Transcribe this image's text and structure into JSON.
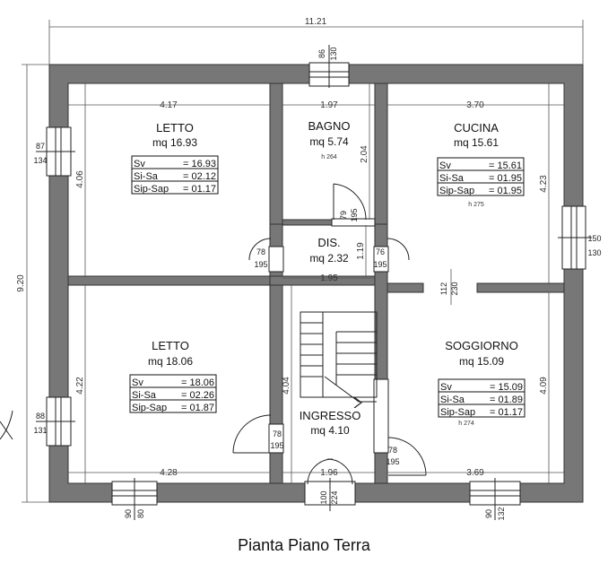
{
  "caption": "Pianta Piano Terra",
  "dimensions": {
    "total_width": "11.21",
    "total_height": "9.20",
    "letto1_width": "4.17",
    "bagno_width": "1.97",
    "cucina_width": "3.70",
    "letto1_height": "4.06",
    "bagno_height": "2.04",
    "cucina_height": "4.23",
    "letto2_height": "4.22",
    "ingresso_height": "4.04",
    "soggiorno_height": "4.09",
    "letto2_width": "4.28",
    "ingresso_width": "1.96",
    "soggiorno_width": "3.69",
    "dis_width": "1.95",
    "dis_height": "1.19"
  },
  "rooms": {
    "letto1": {
      "name": "LETTO",
      "area": "mq 16.93",
      "sv": "Sv",
      "sv_val": "= 16.93",
      "sisa": "Si-Sa",
      "sisa_val": "= 02.12",
      "sipsap": "Sip-Sap",
      "sipsap_val": "= 01.17"
    },
    "bagno": {
      "name": "BAGNO",
      "area": "mq 5.74",
      "h": "h 264"
    },
    "cucina": {
      "name": "CUCINA",
      "area": "mq 15.61",
      "sv": "Sv",
      "sv_val": "= 15.61",
      "sisa": "Si-Sa",
      "sisa_val": "= 01.95",
      "sipsap": "Sip-Sap",
      "sipsap_val": "= 01.95",
      "h": "h 275"
    },
    "dis": {
      "name": "DIS.",
      "area": "mq 2.32"
    },
    "letto2": {
      "name": "LETTO",
      "area": "mq 18.06",
      "sv": "Sv",
      "sv_val": "= 18.06",
      "sisa": "Si-Sa",
      "sisa_val": "= 02.26",
      "sipsap": "Sip-Sap",
      "sipsap_val": "= 01.87"
    },
    "ingresso": {
      "name": "INGRESSO",
      "area": "mq 4.10"
    },
    "soggiorno": {
      "name": "SOGGIORNO",
      "area": "mq 15.09",
      "sv": "Sv",
      "sv_val": "= 15.09",
      "sisa": "Si-Sa",
      "sisa_val": "= 01.89",
      "sipsap": "Sip-Sap",
      "sipsap_val": "= 01.17",
      "h": "h 274"
    }
  },
  "openings": {
    "win_top_a": "86",
    "win_top_b": "130",
    "win_left1_a": "87",
    "win_left1_b": "134",
    "win_left2_a": "88",
    "win_left2_b": "131",
    "win_right_a": "150",
    "win_right_b": "130",
    "win_bot1_a": "90",
    "win_bot1_b": "80",
    "win_bot2_a": "90",
    "win_bot2_b": "132",
    "door_bagno_a": "79",
    "door_bagno_b": "195",
    "door_dis_l_a": "78",
    "door_dis_l_b": "195",
    "door_dis_r_a": "76",
    "door_dis_r_b": "195",
    "door_ing_l_a": "78",
    "door_ing_l_b": "195",
    "door_ing_r_a": "78",
    "door_ing_r_b": "195",
    "door_ent_a": "100",
    "door_ent_b": "224",
    "open_mid_a": "112",
    "open_mid_b": "230"
  }
}
